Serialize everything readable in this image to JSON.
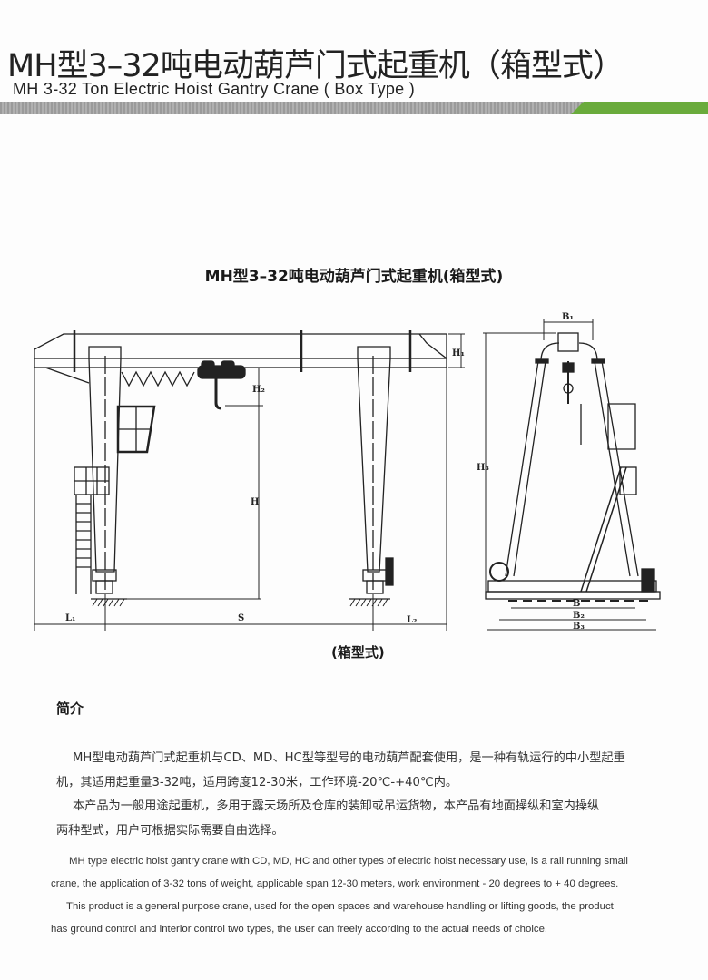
{
  "header": {
    "title_cn": "MH型3–32吨电动葫芦门式起重机（箱型式）",
    "title_en": "MH 3-32 Ton Electric Hoist Gantry Crane ( Box Type )",
    "bar_colors": {
      "gray": "#a5a5a5",
      "green": "#6aab3c"
    }
  },
  "drawing": {
    "title": "MH型3–32吨电动葫芦门式起重机(箱型式)",
    "caption": "(箱型式)",
    "front_labels": {
      "h1": "H₁",
      "h2": "H₂",
      "h": "H",
      "l1": "L₁",
      "s": "S",
      "l2": "L₂"
    },
    "side_labels": {
      "b1": "B₁",
      "h3": "H₃",
      "b": "B",
      "b2": "B₂",
      "b3": "B₃"
    }
  },
  "intro": {
    "heading": "简介",
    "cn_lines": [
      "MH型电动葫芦门式起重机与CD、MD、HC型等型号的电动葫芦配套使用，是一种有轨运行的中小型起重",
      "机，其适用起重量3-32吨，适用跨度12-30米，工作环境-20℃-+40℃内。",
      "本产品为一般用途起重机，多用于露天场所及仓库的装卸或吊运货物，本产品有地面操纵和室内操纵",
      "两种型式，用户可根据实际需要自由选择。"
    ],
    "en_lines": [
      "MH type electric hoist gantry crane with CD, MD, HC and other types of electric hoist necessary use, is a rail running small",
      "crane, the application of 3-32 tons of weight, applicable span 12-30 meters, work environment - 20 degrees to + 40 degrees.",
      "This product is a general purpose crane, used for the open spaces and warehouse handling or lifting goods, the product",
      "has ground control and interior control two types, the user can freely according to the actual needs of choice."
    ]
  }
}
